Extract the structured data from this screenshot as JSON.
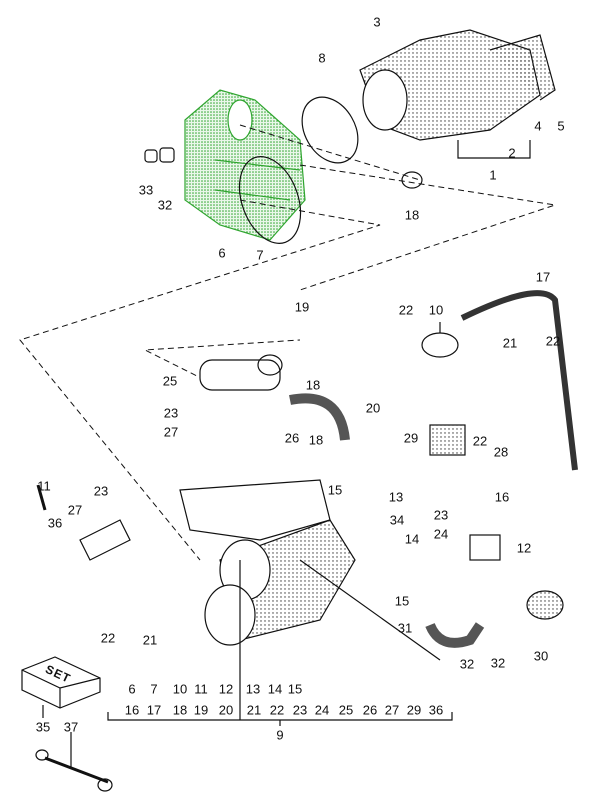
{
  "diagram": {
    "callouts": [
      "3",
      "8",
      "4",
      "5",
      "2",
      "1",
      "33",
      "32",
      "18",
      "6",
      "7",
      "17",
      "19",
      "10",
      "22",
      "21",
      "22",
      "25",
      "18",
      "20",
      "23",
      "27",
      "26",
      "18",
      "29",
      "22",
      "28",
      "11",
      "23",
      "27",
      "36",
      "15",
      "13",
      "16",
      "23",
      "34",
      "24",
      "14",
      "12",
      "15",
      "22",
      "21",
      "31",
      "32",
      "30",
      "32",
      "35",
      "37"
    ],
    "set_row_1": [
      "6",
      "7",
      "10",
      "11",
      "12",
      "13",
      "14",
      "15"
    ],
    "set_row_2": [
      "16",
      "17",
      "18",
      "19",
      "20",
      "21",
      "22",
      "23",
      "24",
      "25",
      "26",
      "27",
      "29",
      "36"
    ],
    "set_total": "9",
    "set_box_label": "SET",
    "colors": {
      "housing_highlight": "#2fa52f",
      "line": "#111111"
    }
  }
}
